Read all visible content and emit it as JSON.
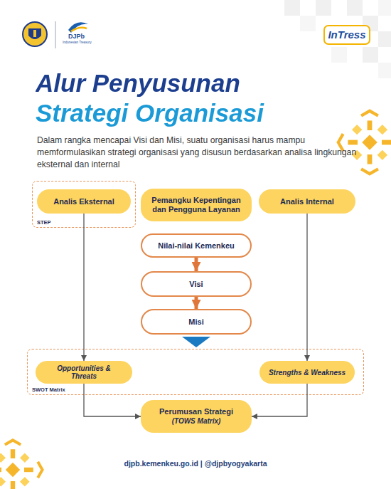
{
  "diagram": {
    "title": "Alur Penyusunan Strategi Organisasi",
    "caption": "Dalam rangka mencapai Visi dan Misi, suatu organisasi harus mampu memformulasikan strategi organisasi yang disusun berdasarkan analisa lingkungan eksternal dan internal",
    "nodes": [
      {
        "text": [
          "STEP"
        ]
      },
      {
        "text": [
          "Analis Eksternal"
        ],
        "in": 0
      },
      {
        "text": [
          "Pemangku Kepentingan dan Pengguna Layanan"
        ]
      },
      {
        "text": [
          "Analis Internal"
        ]
      },
      {
        "text": [
          "Nilai-nilai Kemenkeu"
        ]
      },
      {
        "text": [
          "Visi"
        ]
      },
      {
        "text": [
          "Misi"
        ]
      },
      {
        "text": [
          "SWOT Matrix"
        ]
      },
      {
        "text": [
          "Opportunities & Threats"
        ],
        "in": 7
      },
      {
        "text": [
          "Strengths & Weakness"
        ],
        "in": 7
      },
      {
        "text": [
          "Perumusan Strategi",
          "(TOWS Matrix)"
        ]
      }
    ],
    "edges": [
      {
        "from": 1,
        "to": 8,
        "arrow": "to"
      },
      {
        "from": 3,
        "to": 9,
        "arrow": "to"
      },
      {
        "from": 4,
        "to": 5,
        "arrow": "to"
      },
      {
        "from": 5,
        "to": 6,
        "arrow": "to"
      },
      {
        "from": 6,
        "to": 7,
        "arrow": "to"
      },
      {
        "from": 8,
        "to": 10,
        "arrow": "to"
      },
      {
        "from": 9,
        "to": 10,
        "arrow": "to"
      }
    ],
    "labels": [
      "DJPb",
      "Indonesian Treasury",
      "InTress",
      "djpb.kemenkeu.go.id | @djpbyogyakarta"
    ]
  }
}
